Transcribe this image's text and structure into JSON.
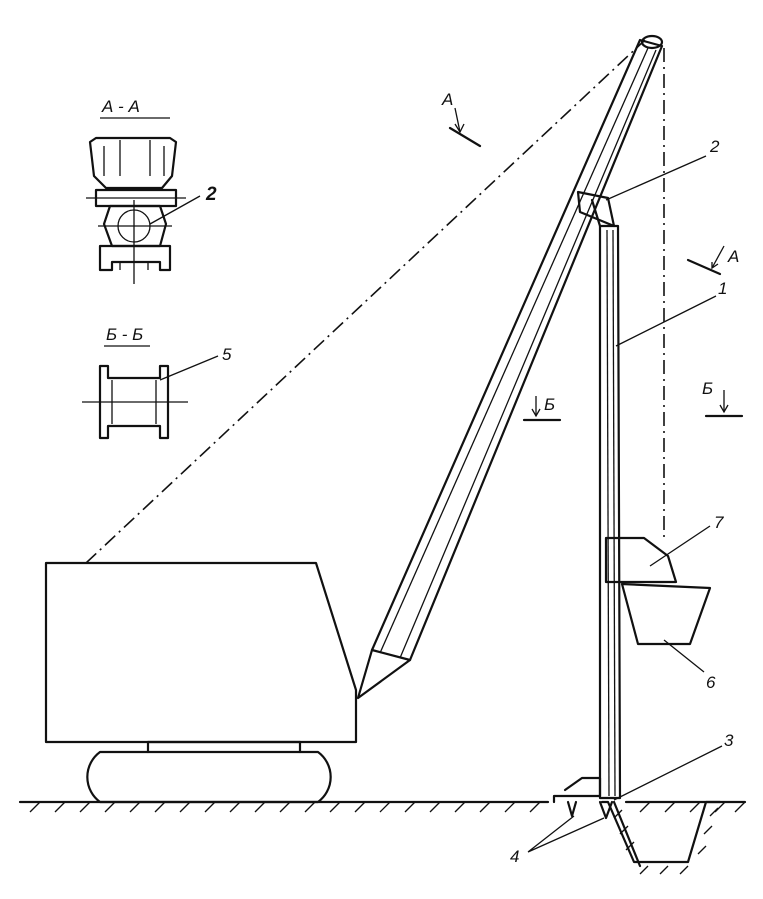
{
  "section_titles": {
    "aa": "А - А",
    "bb": "Б - Б"
  },
  "section_marks": {
    "a": "А",
    "b": "Б"
  },
  "callouts": {
    "n1": "1",
    "n2": "2",
    "n2_section": "2",
    "n3": "3",
    "n4": "4",
    "n5": "5",
    "n6": "6",
    "n7": "7"
  }
}
